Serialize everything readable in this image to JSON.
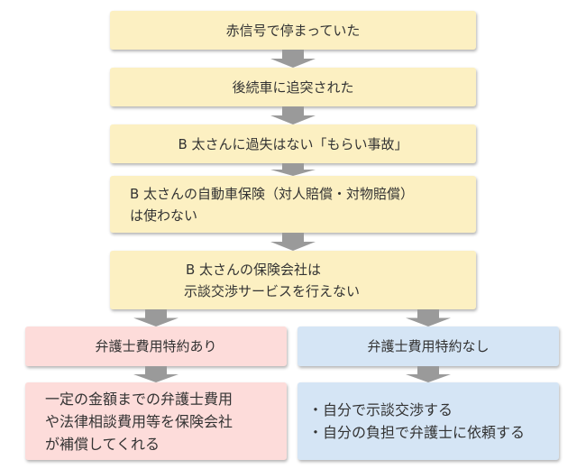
{
  "colors": {
    "step": "#fcf0c2",
    "with": "#fddcda",
    "without": "#d5e5f5",
    "arrow": "#9a9a9a"
  },
  "steps": [
    "赤信号で停まっていた",
    "後続車に追突された",
    "B 太さんに過失はない「もらい事故」",
    [
      "B 太さんの自動車保険（対人賠償・対物賠償）",
      "は使わない"
    ],
    [
      "B 太さんの保険会社は",
      "示談交渉サービスを行えない"
    ]
  ],
  "with_rider": {
    "label": "弁護士費用特約あり",
    "result": [
      "一定の金額までの弁護士費用",
      "や法律相談費用等を保険会社",
      "が補償してくれる"
    ]
  },
  "without_rider": {
    "label": "弁護士費用特約なし",
    "result": [
      "・自分で示談交渉する",
      "・自分の負担で弁護士に依頼する"
    ]
  }
}
